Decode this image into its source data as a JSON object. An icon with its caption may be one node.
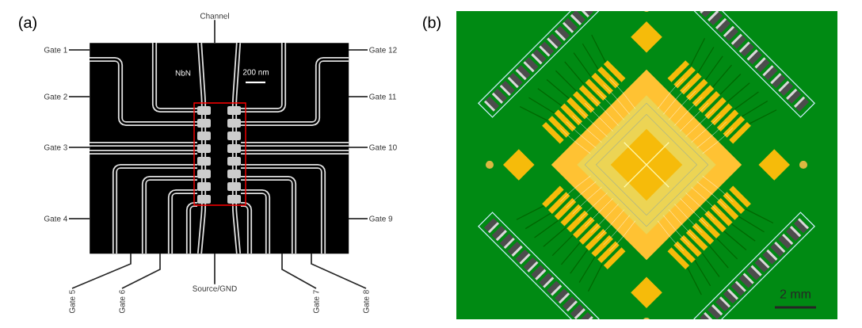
{
  "diagram": {
    "nodes": [
      {
        "text": [],
        "shape": "picture"
      },
      {
        "text": [
          "Channel"
        ]
      },
      {
        "text": [
          "Gate 1"
        ]
      },
      {
        "text": [
          "Gate 12"
        ]
      },
      {
        "text": [
          "Gate 2"
        ]
      },
      {
        "text": [
          "Gate 11"
        ]
      },
      {
        "text": [
          "Gate 3"
        ]
      },
      {
        "text": [
          "Gate 10"
        ]
      },
      {
        "text": [
          "Gate 4"
        ]
      },
      {
        "text": [
          "Gate 9"
        ]
      },
      {
        "text": [
          "Gate 5"
        ]
      },
      {
        "text": [
          "Gate 6"
        ]
      },
      {
        "text": [
          "Source/GND"
        ]
      },
      {
        "text": [
          "Gate 7"
        ]
      },
      {
        "text": [
          "Gate 8"
        ]
      }
    ],
    "edges": [
      {
        "from": 1,
        "to": 0,
        "arrow": "none"
      },
      {
        "from": 2,
        "to": 0,
        "arrow": "none"
      },
      {
        "from": 3,
        "to": 0,
        "arrow": "none"
      },
      {
        "from": 4,
        "to": 0,
        "arrow": "none"
      },
      {
        "from": 5,
        "to": 0,
        "arrow": "none"
      },
      {
        "from": 6,
        "to": 0,
        "arrow": "none"
      },
      {
        "from": 7,
        "to": 0,
        "arrow": "none"
      },
      {
        "from": 8,
        "to": 0,
        "arrow": "none"
      },
      {
        "from": 9,
        "to": 0,
        "arrow": "none"
      },
      {
        "from": 10,
        "to": 0,
        "arrow": "none"
      },
      {
        "from": 11,
        "to": 0,
        "arrow": "none"
      },
      {
        "from": 12,
        "to": 0,
        "arrow": "none"
      },
      {
        "from": 13,
        "to": 0,
        "arrow": "none"
      },
      {
        "from": 14,
        "to": 0,
        "arrow": "none"
      }
    ],
    "labels": [
      "(a)",
      "(b)",
      "NbN",
      "200 nm",
      "2 mm"
    ]
  }
}
